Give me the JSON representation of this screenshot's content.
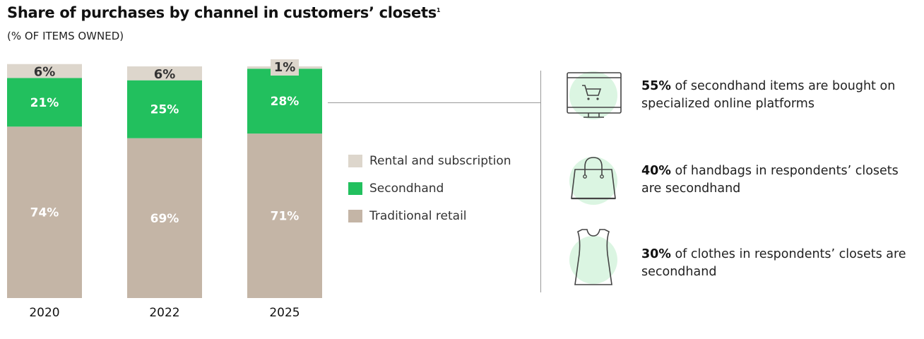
{
  "title": "Share of purchases by channel in customers’ closets",
  "title_footnote": "1",
  "subtitle": "(% OF ITEMS OWNED)",
  "colors": {
    "rental": "#ddd6cc",
    "secondhand": "#22c05e",
    "traditional": "#c4b5a6",
    "icon_circle": "#dbf5e2",
    "icon_stroke": "#444444"
  },
  "chart_data": {
    "type": "bar",
    "stacked": true,
    "title": "Share of purchases by channel in customers’ closets",
    "subtitle": "(% OF ITEMS OWNED)",
    "xlabel": "",
    "ylabel": "",
    "ylim": [
      0,
      100
    ],
    "categories": [
      "2020",
      "2022",
      "2025"
    ],
    "series": [
      {
        "name": "Traditional retail",
        "values": [
          74,
          69,
          71
        ],
        "labels": [
          "74%",
          "69%",
          "71%"
        ]
      },
      {
        "name": "Secondhand",
        "values": [
          21,
          25,
          28
        ],
        "labels": [
          "21%",
          "25%",
          "28%"
        ]
      },
      {
        "name": "Rental and subscription",
        "values": [
          6,
          6,
          1
        ],
        "labels": [
          "6%",
          "6%",
          "1%"
        ]
      }
    ],
    "legend": {
      "position": "right",
      "entries": [
        "Rental and subscription",
        "Secondhand",
        "Traditional retail"
      ]
    },
    "grid": false
  },
  "facts": [
    {
      "icon": "computer-cart-icon",
      "highlight": "55%",
      "text": " of secondhand items are bought on specialized online platforms"
    },
    {
      "icon": "handbag-icon",
      "highlight": "40%",
      "text": " of handbags in respondents’ closets are secondhand"
    },
    {
      "icon": "dress-icon",
      "highlight": "30%",
      "text": " of clothes in respondents’ closets are secondhand"
    }
  ]
}
